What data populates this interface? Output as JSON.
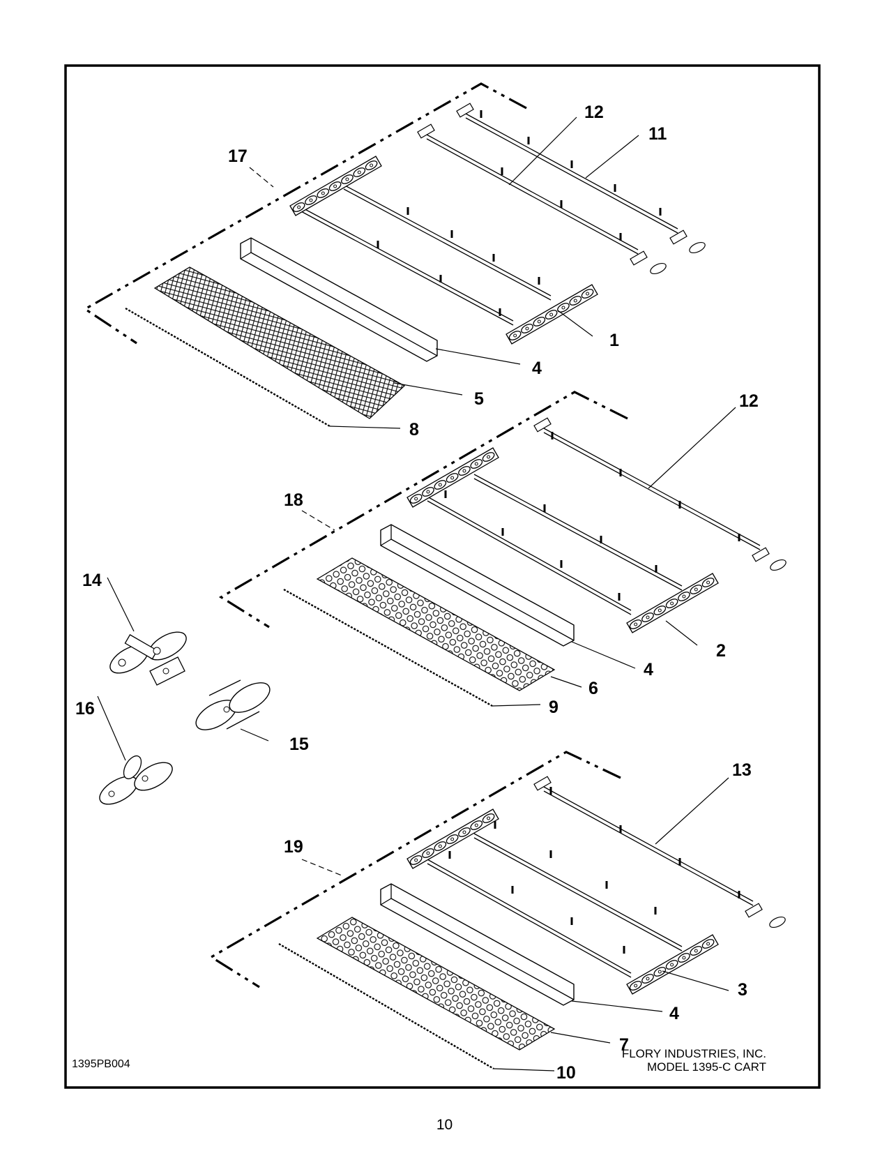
{
  "drawing_number": "1395PB004",
  "company": {
    "name": "FLORY INDUSTRIES, INC.",
    "model": "MODEL 1395-C CART"
  },
  "page_number": "10",
  "callouts": {
    "c1": "1",
    "c2": "2",
    "c3": "3",
    "c4a": "4",
    "c4b": "4",
    "c4c": "4",
    "c5": "5",
    "c6": "6",
    "c7": "7",
    "c8": "8",
    "c9": "9",
    "c10": "10",
    "c11": "11",
    "c12a": "12",
    "c12b": "12",
    "c13": "13",
    "c14": "14",
    "c15": "15",
    "c16": "16",
    "c17": "17",
    "c18": "18",
    "c19": "19"
  }
}
